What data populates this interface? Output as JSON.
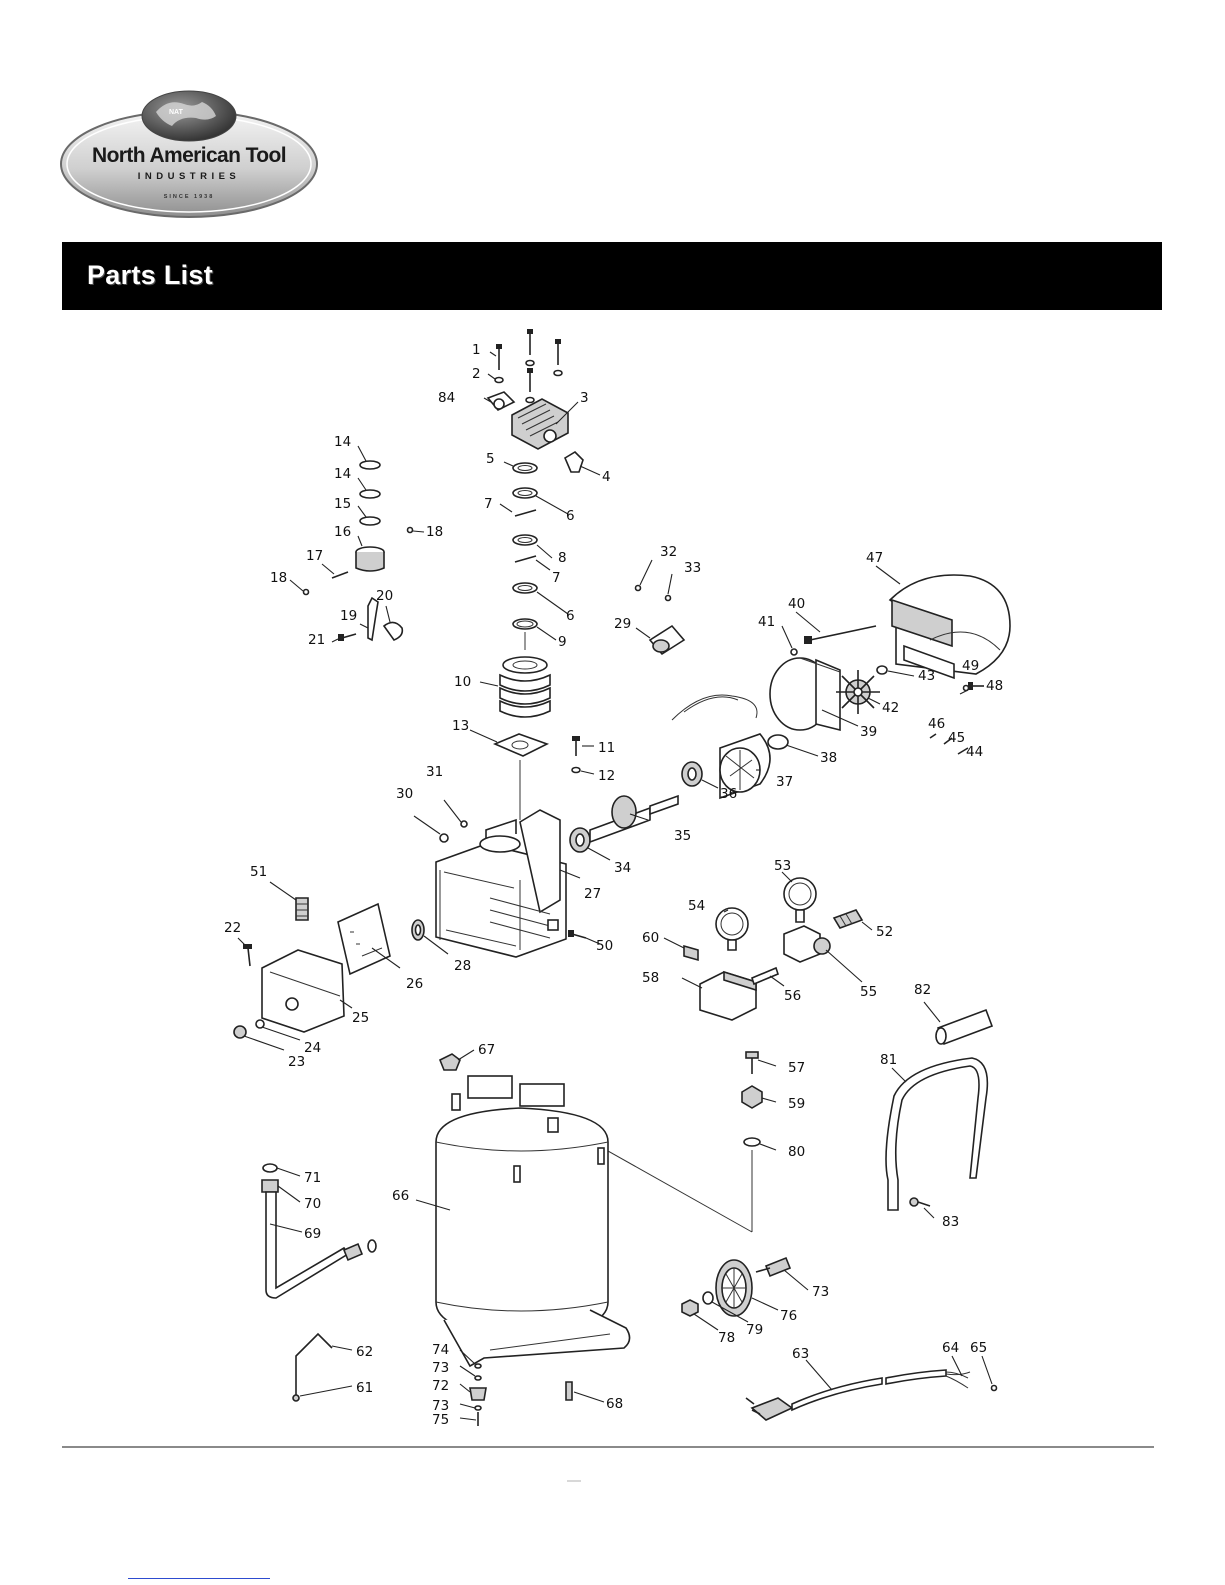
{
  "logo": {
    "brand_name": "North American Tool",
    "brand_sub": "INDUSTRIES",
    "brand_since": "SINCE 1938",
    "brand_badge": "NAT"
  },
  "banner": {
    "title": "Parts List"
  },
  "parts": [
    {
      "n": "1"
    },
    {
      "n": "2"
    },
    {
      "n": "3"
    },
    {
      "n": "84"
    },
    {
      "n": "4"
    },
    {
      "n": "5"
    },
    {
      "n": "6"
    },
    {
      "n": "7"
    },
    {
      "n": "8"
    },
    {
      "n": "7"
    },
    {
      "n": "6"
    },
    {
      "n": "9"
    },
    {
      "n": "10"
    },
    {
      "n": "13"
    },
    {
      "n": "11"
    },
    {
      "n": "12"
    },
    {
      "n": "14"
    },
    {
      "n": "14"
    },
    {
      "n": "15"
    },
    {
      "n": "16"
    },
    {
      "n": "18"
    },
    {
      "n": "17"
    },
    {
      "n": "18"
    },
    {
      "n": "20"
    },
    {
      "n": "19"
    },
    {
      "n": "21"
    },
    {
      "n": "32"
    },
    {
      "n": "33"
    },
    {
      "n": "29"
    },
    {
      "n": "47"
    },
    {
      "n": "40"
    },
    {
      "n": "41"
    },
    {
      "n": "43"
    },
    {
      "n": "49"
    },
    {
      "n": "48"
    },
    {
      "n": "42"
    },
    {
      "n": "39"
    },
    {
      "n": "38"
    },
    {
      "n": "46"
    },
    {
      "n": "45"
    },
    {
      "n": "44"
    },
    {
      "n": "37"
    },
    {
      "n": "36"
    },
    {
      "n": "35"
    },
    {
      "n": "34"
    },
    {
      "n": "30"
    },
    {
      "n": "31"
    },
    {
      "n": "27"
    },
    {
      "n": "51"
    },
    {
      "n": "22"
    },
    {
      "n": "26"
    },
    {
      "n": "28"
    },
    {
      "n": "25"
    },
    {
      "n": "24"
    },
    {
      "n": "23"
    },
    {
      "n": "50"
    },
    {
      "n": "53"
    },
    {
      "n": "54"
    },
    {
      "n": "52"
    },
    {
      "n": "60"
    },
    {
      "n": "55"
    },
    {
      "n": "58"
    },
    {
      "n": "56"
    },
    {
      "n": "82"
    },
    {
      "n": "57"
    },
    {
      "n": "81"
    },
    {
      "n": "59"
    },
    {
      "n": "80"
    },
    {
      "n": "83"
    },
    {
      "n": "67"
    },
    {
      "n": "66"
    },
    {
      "n": "71"
    },
    {
      "n": "70"
    },
    {
      "n": "69"
    },
    {
      "n": "73"
    },
    {
      "n": "76"
    },
    {
      "n": "79"
    },
    {
      "n": "78"
    },
    {
      "n": "62"
    },
    {
      "n": "61"
    },
    {
      "n": "74"
    },
    {
      "n": "73"
    },
    {
      "n": "72"
    },
    {
      "n": "73"
    },
    {
      "n": "75"
    },
    {
      "n": "68"
    },
    {
      "n": "63"
    },
    {
      "n": "64"
    },
    {
      "n": "65"
    }
  ]
}
